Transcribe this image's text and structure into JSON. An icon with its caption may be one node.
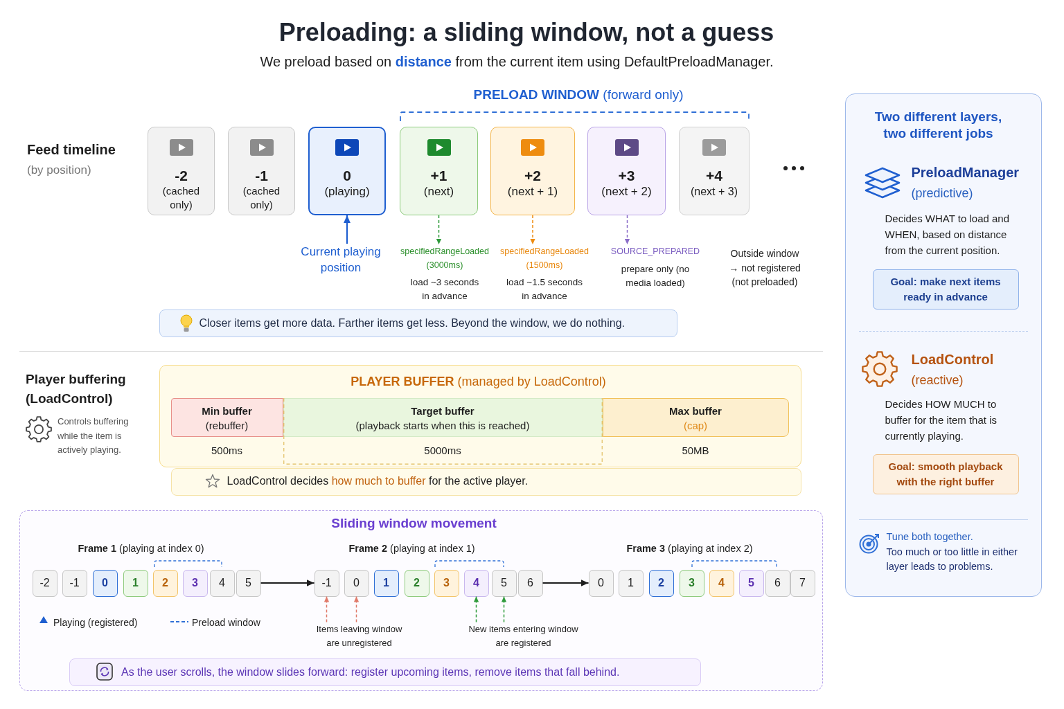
{
  "diagram": {
    "title": "Preloading: a sliding window, not a guess",
    "nodes": [
      {
        "text": [
          "-2",
          "(cached only)"
        ]
      },
      {
        "text": [
          "-1",
          "(cached only)"
        ]
      },
      {
        "text": [
          "0",
          "(playing)"
        ]
      },
      {
        "text": [
          "+1",
          "(next)"
        ]
      },
      {
        "text": [
          "+2",
          "(next + 1)"
        ]
      },
      {
        "text": [
          "+3",
          "(next + 2)"
        ]
      },
      {
        "text": [
          "+4",
          "(next + 3)"
        ]
      },
      {
        "text": [
          "Current playing position"
        ]
      },
      {
        "text": [
          "specifiedRangeLoaded (3000ms)",
          "load ~3 seconds in advance"
        ]
      },
      {
        "text": [
          "specifiedRangeLoaded (1500ms)",
          "load ~1.5 seconds in advance"
        ]
      },
      {
        "text": [
          "SOURCE_PREPARED",
          "prepare only (no media loaded)"
        ]
      },
      {
        "text": [
          "Closer items get more data. Farther items get less. Beyond the window, we do nothing."
        ]
      },
      {
        "text": [
          "**PLAYER BUFFER** (managed by LoadControl)"
        ]
      },
      {
        "text": [
          "Min buffer",
          "(rebuffer)"
        ],
        "in": 12,
        "beside": [
          "500ms"
        ]
      },
      {
        "text": [
          "Target buffer",
          "(playback starts when this is reached)"
        ],
        "in": 12,
        "beside": [
          "5000ms"
        ]
      },
      {
        "text": [
          "Max buffer",
          "(cap)"
        ],
        "in": 12,
        "beside": [
          "50MB"
        ]
      },
      {
        "text": [
          "LoadControl decides **how much to buffer** for the active player."
        ]
      },
      {
        "text": [
          "Sliding window movement",
          "**Frame 1** (playing at index 0)",
          "**Frame 2** (playing at index 1)",
          "**Frame 3** (playing at index 2)"
        ]
      },
      {
        "text": [
          "-2"
        ],
        "in": 17
      },
      {
        "text": [
          "-1"
        ],
        "in": 17
      },
      {
        "text": [
          "0"
        ],
        "in": 17
      },
      {
        "text": [
          "1"
        ],
        "in": 17
      },
      {
        "text": [
          "2"
        ],
        "in": 17
      },
      {
        "text": [
          "3"
        ],
        "in": 17
      },
      {
        "text": [
          "4"
        ],
        "in": 17
      },
      {
        "text": [
          "5"
        ],
        "in": 17
      },
      {
        "text": [
          "-1"
        ],
        "in": 17
      },
      {
        "text": [
          "0"
        ],
        "in": 17
      },
      {
        "text": [
          "1"
        ],
        "in": 17
      },
      {
        "text": [
          "2"
        ],
        "in": 17
      },
      {
        "text": [
          "3"
        ],
        "in": 17
      },
      {
        "text": [
          "4"
        ],
        "in": 17
      },
      {
        "text": [
          "5"
        ],
        "in": 17
      },
      {
        "text": [
          "6"
        ],
        "in": 17
      },
      {
        "text": [
          "0"
        ],
        "in": 17
      },
      {
        "text": [
          "1"
        ],
        "in": 17
      },
      {
        "text": [
          "2"
        ],
        "in": 17
      },
      {
        "text": [
          "3"
        ],
        "in": 17
      },
      {
        "text": [
          "4"
        ],
        "in": 17
      },
      {
        "text": [
          "5"
        ],
        "in": 17
      },
      {
        "text": [
          "6"
        ],
        "in": 17
      },
      {
        "text": [
          "7"
        ],
        "in": 17
      },
      {
        "text": [
          "Items leaving window are unregistered"
        ],
        "in": 17
      },
      {
        "text": [
          "New items entering window are registered"
        ],
        "in": 17
      },
      {
        "text": [
          "As the user scrolls, the window slides forward: register upcoming items, remove items that fall behind."
        ],
        "in": 17
      },
      {
        "text": [
          "Two different layers, two different jobs",
          "PreloadManager",
          "(predictive)",
          "Decides WHAT to load and WHEN, based on distance from the current position.",
          "LoadControl",
          "(reactive)",
          "Decides HOW MUCH to buffer for the item that is currently playing.",
          "Tune both together.",
          "Too much or too little in either layer leads to problems."
        ]
      },
      {
        "text": [
          "Goal: make next items ready in advance"
        ],
        "in": 45
      },
      {
        "text": [
          "Goal: smooth playback with the right buffer"
        ],
        "in": 45
      }
    ],
    "edges": [
      {
        "from": 7,
        "to": 2,
        "arrow": "to",
        "color": "#1f5fd0"
      },
      {
        "from": 3,
        "to": 8,
        "arrow": "to",
        "style": "dashed",
        "color": "#2e9a3a"
      },
      {
        "from": 4,
        "to": 9,
        "arrow": "to",
        "style": "dashed",
        "color": "#ee8c10"
      },
      {
        "from": 5,
        "to": 10,
        "arrow": "to",
        "style": "dashed",
        "color": "#8a6cc8"
      },
      {
        "from": 25,
        "to": 26,
        "arrow": "to",
        "color": "#1e1e1e"
      },
      {
        "from": 33,
        "to": 34,
        "arrow": "to",
        "color": "#1e1e1e"
      },
      {
        "from": 42,
        "to": 26,
        "arrow": "to",
        "style": "dashed",
        "color": "#e07a6a"
      },
      {
        "from": 42,
        "to": 27,
        "arrow": "to",
        "style": "dashed",
        "color": "#e07a6a"
      },
      {
        "from": 43,
        "to": 31,
        "arrow": "to",
        "style": "dashed",
        "color": "#2e9a3a"
      },
      {
        "from": 43,
        "to": 32,
        "arrow": "to",
        "style": "dashed",
        "color": "#2e9a3a"
      }
    ],
    "labels": [
      "We preload based on **distance** from the current item using DefaultPreloadManager.",
      "**PRELOAD WINDOW** (forward only)",
      "Feed timeline",
      "(by position)",
      "Outside window → not registered (not preloaded)",
      "Player buffering (LoadControl)",
      "Controls buffering while the item is actively playing."
    ],
    "legend": [
      {
        "text": "Playing (registered)"
      },
      {
        "text": "Preload window"
      }
    ]
  }
}
